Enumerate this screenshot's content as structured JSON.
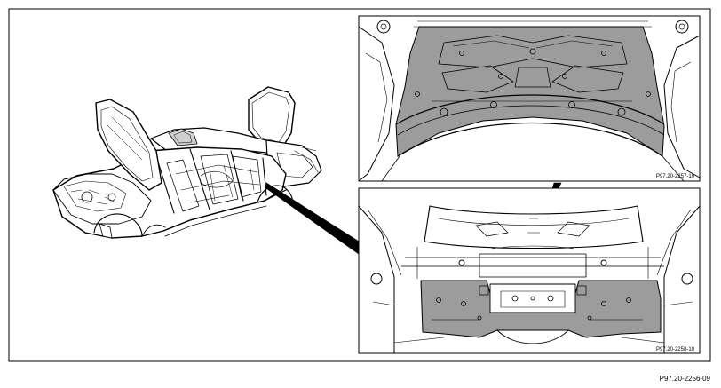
{
  "figure": {
    "caption": "P97.20-2256-09",
    "top_detail": {
      "ref": "P97.20-2257-10"
    },
    "bottom_detail": {
      "ref": "P97.20-2258-10"
    }
  },
  "colors": {
    "line": "#000000",
    "highlight": "#9c9c9c",
    "background": "#ffffff"
  }
}
